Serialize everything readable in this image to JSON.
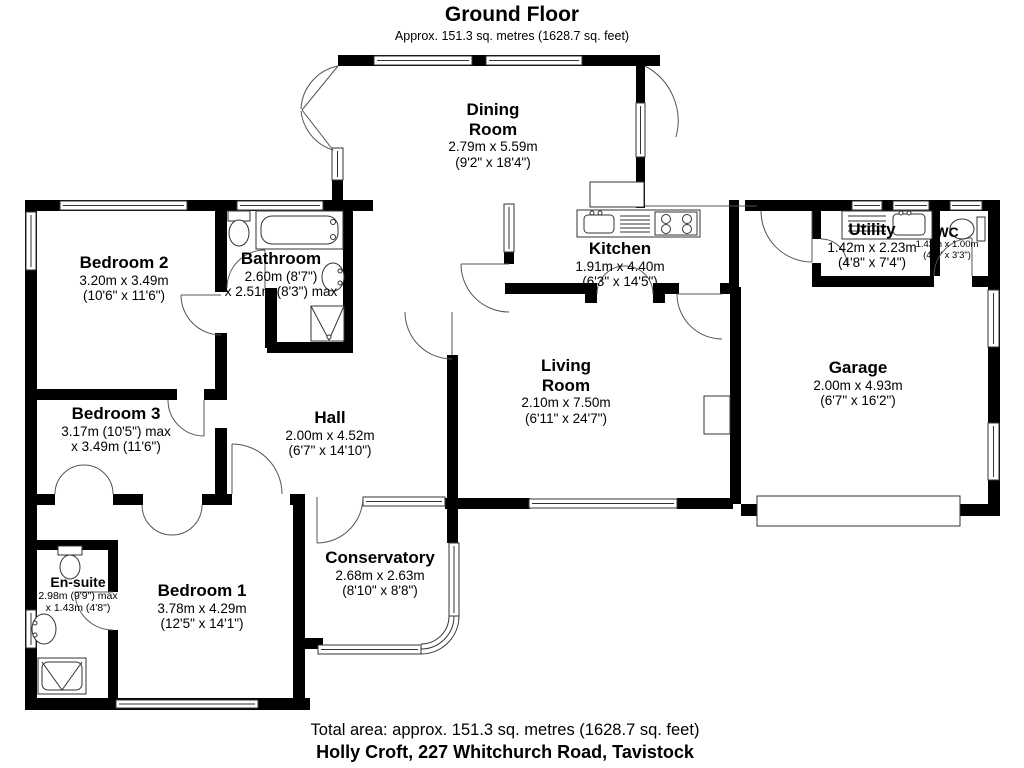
{
  "header": {
    "title": "Ground Floor",
    "subtitle": "Approx. 151.3 sq. metres (1628.7 sq. feet)"
  },
  "rooms": {
    "dining": {
      "name": "Dining Room",
      "metric": "2.79m x 5.59m",
      "imperial": "(9'2\" x 18'4\")"
    },
    "kitchen": {
      "name": "Kitchen",
      "metric": "1.91m x 4.40m",
      "imperial": "(6'3\" x 14'5\")"
    },
    "utility": {
      "name": "Utility",
      "metric": "1.42m x 2.23m",
      "imperial": "(4'8\" x 7'4\")"
    },
    "wc": {
      "name": "WC",
      "metric": "1.42m x 1.00m",
      "imperial": "(4'8\" x 3'3\")"
    },
    "garage": {
      "name": "Garage",
      "metric": "2.00m x 4.93m",
      "imperial": "(6'7\" x 16'2\")"
    },
    "living": {
      "name": "Living Room",
      "metric": "2.10m x 7.50m",
      "imperial": "(6'11\" x 24'7\")"
    },
    "hall": {
      "name": "Hall",
      "metric": "2.00m x 4.52m",
      "imperial": "(6'7\" x 14'10\")"
    },
    "bathroom": {
      "name": "Bathroom",
      "metric": "2.60m (8'7\")",
      "imperial": "x 2.51m (8'3\") max"
    },
    "bedroom2": {
      "name": "Bedroom 2",
      "metric": "3.20m x 3.49m",
      "imperial": "(10'6\" x 11'6\")"
    },
    "bedroom3": {
      "name": "Bedroom 3",
      "metric": "3.17m (10'5\") max",
      "imperial": "x 3.49m (11'6\")"
    },
    "ensuite": {
      "name": "En-suite",
      "metric": "2.98m (9'9\") max",
      "imperial": "x 1.43m (4'8\")"
    },
    "bedroom1": {
      "name": "Bedroom 1",
      "metric": "3.78m x 4.29m",
      "imperial": "(12'5\" x 14'1\")"
    },
    "conservatory": {
      "name": "Conservatory",
      "metric": "2.68m x 2.63m",
      "imperial": "(8'10\" x 8'8\")"
    }
  },
  "footer": {
    "total": "Total area: approx. 151.3 sq. metres (1628.7 sq. feet)",
    "address": "Holly Croft, 227 Whitchurch Road, Tavistock"
  }
}
